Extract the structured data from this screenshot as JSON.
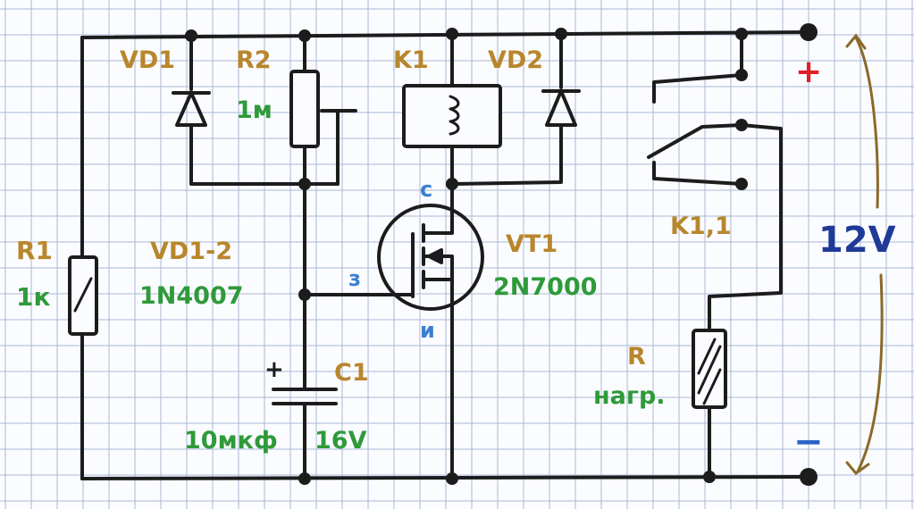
{
  "colors": {
    "paper": "#fbfcff",
    "grid": "#a9b8d6",
    "ink": "#1c1c1c",
    "name": "#b8862c",
    "value": "#2f9a3a",
    "pin": "#3b7fd0",
    "voltage": "#1f3b97",
    "plus": "#e0202a",
    "minus": "#2a63c8",
    "arrow": "#8a6a2a"
  },
  "labels": {
    "r1_name": "R1",
    "r1_value": "1к",
    "vd1_name": "VD1",
    "r2_name": "R2",
    "r2_value": "1м",
    "k1_name": "K1",
    "vd2_name": "VD2",
    "vd12_name": "VD1-2",
    "vd12_value": "1N4007",
    "drain_pin": "с",
    "gate_pin": "з",
    "source_pin": "и",
    "vt1_name": "VT1",
    "vt1_value": "2N7000",
    "k11_name": "K1,1",
    "c1_name": "C1",
    "c1_capacity": "10мкф",
    "c1_voltage": "16V",
    "c1_polarity": "+",
    "rload_name": "R",
    "rload_value": "нагр.",
    "plus_sign": "+",
    "minus_sign": "−",
    "supply_voltage": "12V"
  }
}
